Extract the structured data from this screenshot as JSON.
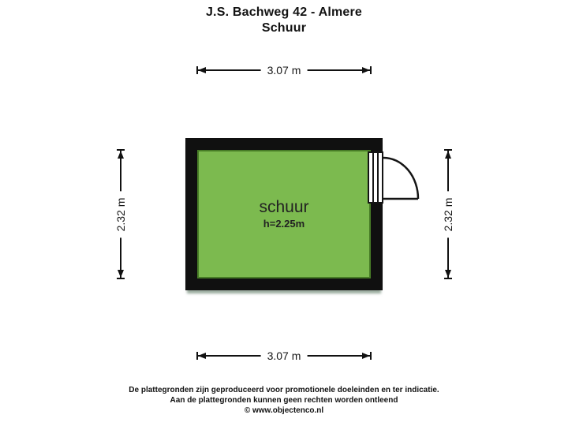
{
  "title": {
    "address": "J.S. Bachweg 42 - Almere",
    "subtitle": "Schuur"
  },
  "room": {
    "name": "schuur",
    "ceiling_height": "h=2.25m"
  },
  "dimensions": {
    "width_top": "3.07 m",
    "width_bottom": "3.07 m",
    "height_left": "2.32 m",
    "height_right": "2.32 m"
  },
  "colors": {
    "floor_fill": "#7cba4f",
    "floor_border": "#477c26",
    "wall": "#101010",
    "dimension_line": "#111111"
  },
  "footer": {
    "disclaimer_line1": "De plattegronden zijn geproduceerd voor promotionele doeleinden en ter indicatie.",
    "disclaimer_line2": "Aan de plattegronden kunnen geen rechten worden ontleend",
    "copyright": "© www.objectenco.nl"
  }
}
